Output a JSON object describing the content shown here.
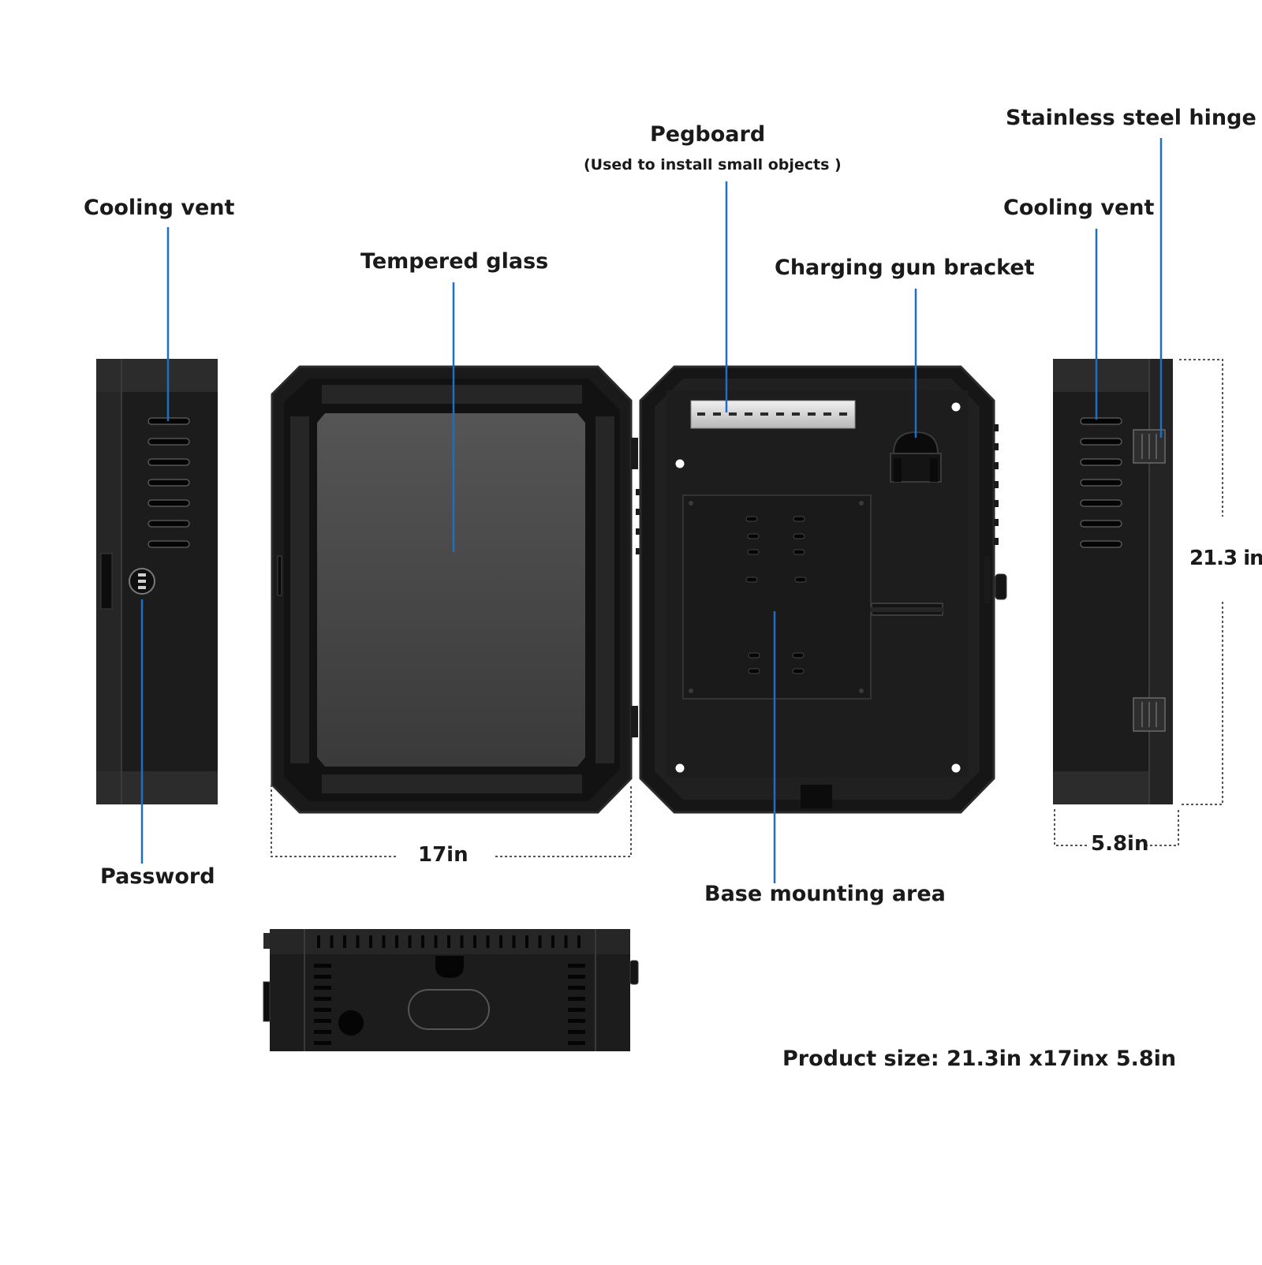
{
  "labels": {
    "cooling_vent_left": "Cooling vent",
    "tempered_glass": "Tempered glass",
    "pegboard": "Pegboard",
    "pegboard_note": "(Used to install small objects )",
    "charging_gun_bracket": "Charging gun bracket",
    "stainless_steel_hinge": "Stainless steel hinge",
    "cooling_vent_right": "Cooling vent",
    "password": "Password",
    "base_mounting_area": "Base mounting area"
  },
  "dimensions": {
    "width": "17in",
    "height": "21.3 in",
    "depth": "5.8in"
  },
  "product_size": "Product size: 21.3in x17inx 5.8in",
  "colors": {
    "body": "#1c1c1c",
    "edge": "#2e2e2e",
    "glass": "#4a4a4a",
    "leader": "#1e6fc4",
    "dotted": "#555555",
    "text": "#1a1a1a"
  }
}
